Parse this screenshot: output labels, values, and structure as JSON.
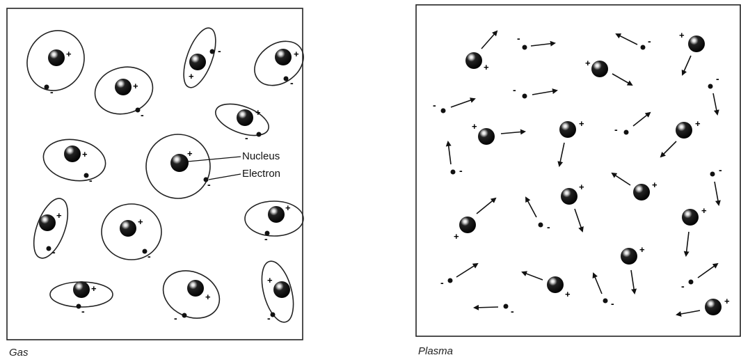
{
  "gas_panel": {
    "caption": "Gas",
    "nucleus_label": "Nucleus",
    "electron_label": "Electron"
  },
  "plasma_panel": {
    "caption": "Plasma"
  },
  "symbols": {
    "positive": "+",
    "negative": "-"
  }
}
